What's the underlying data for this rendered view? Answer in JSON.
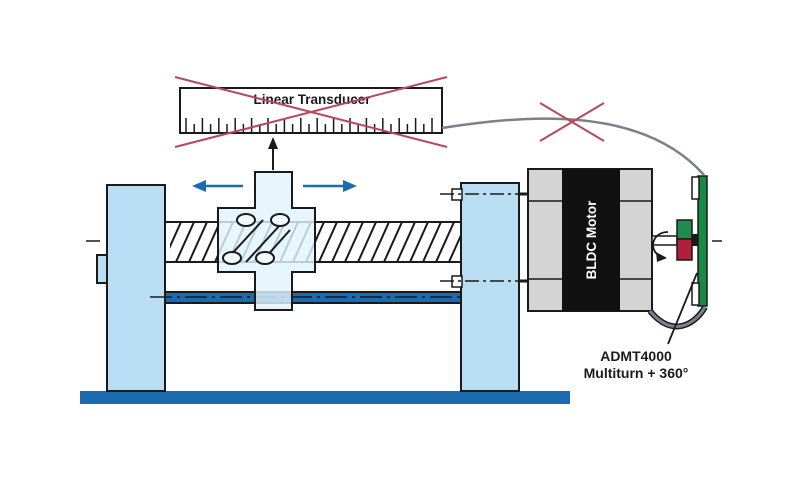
{
  "labels": {
    "transducer": "Linear Transducer",
    "motor": "BLDC Motor",
    "sensor_line1": "ADMT4000",
    "sensor_line2": "Multiturn + 360°"
  },
  "colors": {
    "outline": "#1a1a1a",
    "support_fill": "#b9def4",
    "carriage_fill": "#e2f3fc",
    "base": "#1a6bb0",
    "arrow_blue": "#1a6bb0",
    "cross": "#b8485b",
    "motor_gray": "#d4d4d4",
    "motor_core": "#111111",
    "pcb_green": "#178a46",
    "magnet_green": "#1d8c4c",
    "magnet_red": "#b0203c",
    "cable": "#7d7f8c"
  },
  "icons": {
    "move_left": "arrow-left-icon",
    "move_right": "arrow-right-icon",
    "measure_up": "arrow-up-icon",
    "rotation": "rotation-arrow-icon",
    "removed": "x-cross-icon"
  }
}
